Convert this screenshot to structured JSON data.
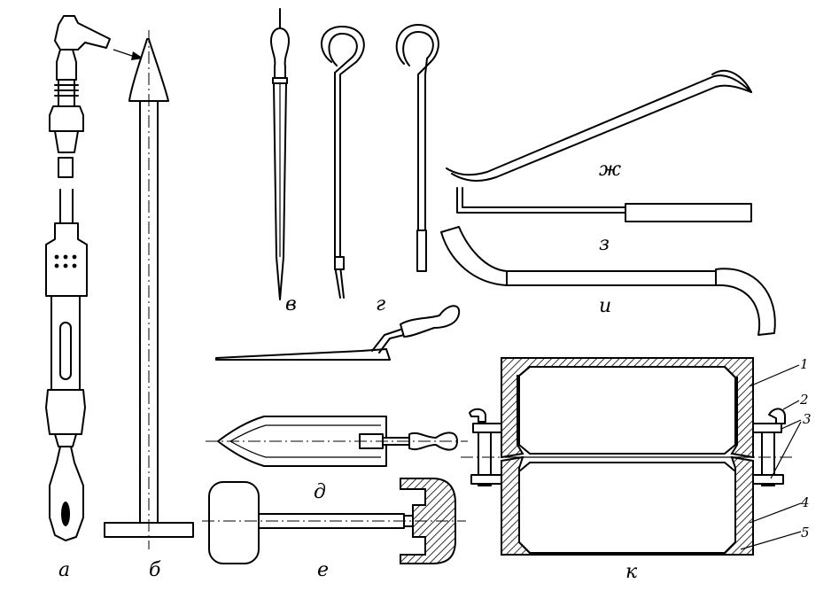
{
  "figure": {
    "labels": {
      "a": "а",
      "b": "б",
      "v": "в",
      "g": "г",
      "d": "д",
      "e": "е",
      "zh": "ж",
      "z": "з",
      "i": "и",
      "k": "к"
    },
    "callouts": [
      "1",
      "2",
      "3",
      "4",
      "5"
    ]
  }
}
